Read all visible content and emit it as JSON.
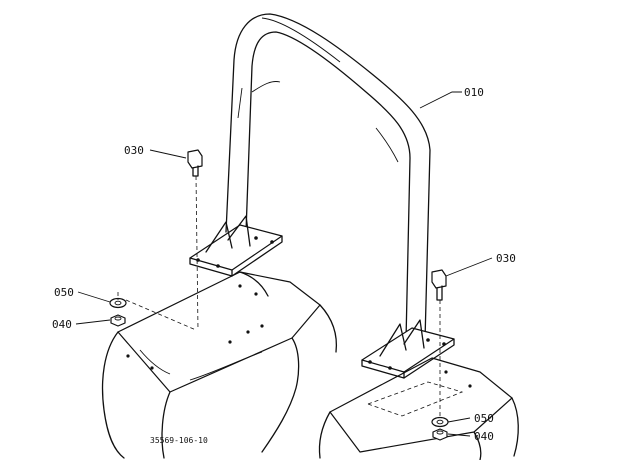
{
  "parts": {
    "rops_frame": "010",
    "bolt_left": "030",
    "bolt_right": "030",
    "lock_washer_left": "050",
    "nut_left": "040",
    "lock_washer_right": "050",
    "nut_right": "040"
  },
  "drawing_number": "35569-106-10"
}
